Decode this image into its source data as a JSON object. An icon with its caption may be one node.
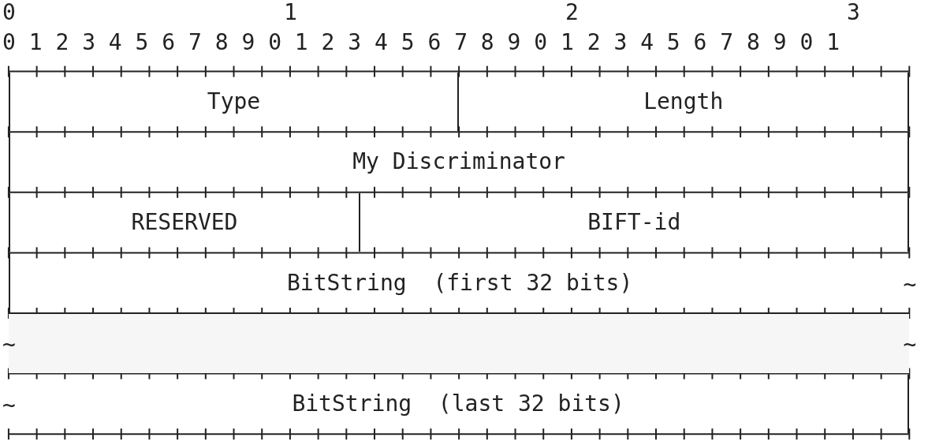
{
  "diagram": {
    "nodes": [
      {
        "text": [
          "Type"
        ]
      },
      {
        "text": [
          "Length"
        ]
      },
      {
        "text": [
          "My Discriminator"
        ]
      },
      {
        "text": [
          "RESERVED"
        ]
      },
      {
        "text": [
          "BIFT-id"
        ]
      },
      {
        "text": [
          "BitString  (first 32 bits)"
        ]
      },
      {
        "text": [],
        "shape": "box"
      },
      {
        "text": [
          "BitString  (last 32 bits)"
        ]
      }
    ],
    "edges": [],
    "labels": [
      "0",
      "1",
      "2",
      "3",
      "0 1 2 3 4 5 6 7 8 9 0 1 2 3 4 5 6 7 8 9 0 1 2 3 4 5 6 7 8 9 0 1",
      "~",
      "~",
      "~",
      "~"
    ]
  }
}
